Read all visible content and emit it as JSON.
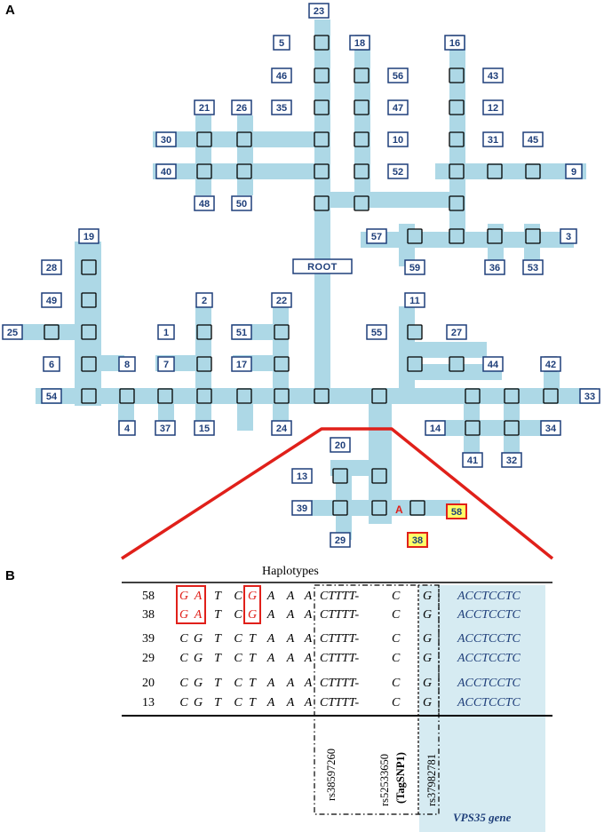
{
  "panel_a_label": "A",
  "panel_b_label": "B",
  "root_label": "ROOT",
  "mutation_label": "A",
  "node_labels": [
    "23",
    "5",
    "18",
    "16",
    "46",
    "56",
    "43",
    "21",
    "26",
    "35",
    "47",
    "12",
    "30",
    "10",
    "31",
    "45",
    "40",
    "52",
    "9",
    "48",
    "50",
    "19",
    "57",
    "3",
    "28",
    "59",
    "36",
    "53",
    "49",
    "2",
    "22",
    "11",
    "25",
    "1",
    "51",
    "55",
    "27",
    "6",
    "8",
    "7",
    "17",
    "44",
    "42",
    "54",
    "33",
    "4",
    "37",
    "15",
    "24",
    "14",
    "34",
    "41",
    "32",
    "20",
    "13",
    "39",
    "58",
    "29",
    "38"
  ],
  "highlighted_nodes": [
    "58",
    "38"
  ],
  "haplotypes_title": "Haplotypes",
  "haplotype_rows": [
    {
      "id": "58",
      "bases": [
        "G",
        "A",
        "T",
        "C",
        "G",
        "A",
        "A",
        "A"
      ],
      "red": [
        0,
        1,
        4
      ],
      "group1": "CTTTT-",
      "group2": "C",
      "group3": "G",
      "gene": "ACCTCCTC"
    },
    {
      "id": "38",
      "bases": [
        "G",
        "A",
        "T",
        "C",
        "G",
        "A",
        "A",
        "A"
      ],
      "red": [
        0,
        1,
        4
      ],
      "group1": "CTTTT-",
      "group2": "C",
      "group3": "G",
      "gene": "ACCTCCTC"
    },
    {
      "id": "39",
      "bases": [
        "C",
        "G",
        "T",
        "C",
        "T",
        "A",
        "A",
        "A"
      ],
      "red": [],
      "group1": "CTTTT-",
      "group2": "C",
      "group3": "G",
      "gene": "ACCTCCTC"
    },
    {
      "id": "29",
      "bases": [
        "C",
        "G",
        "T",
        "C",
        "T",
        "A",
        "A",
        "A"
      ],
      "red": [],
      "group1": "CTTTT-",
      "group2": "C",
      "group3": "G",
      "gene": "ACCTCCTC"
    },
    {
      "id": "20",
      "bases": [
        "C",
        "G",
        "T",
        "C",
        "T",
        "A",
        "A",
        "A"
      ],
      "red": [],
      "group1": "CTTTT-",
      "group2": "C",
      "group3": "G",
      "gene": "ACCTCCTC"
    },
    {
      "id": "13",
      "bases": [
        "C",
        "G",
        "T",
        "C",
        "T",
        "A",
        "A",
        "A"
      ],
      "red": [],
      "group1": "CTTTT-",
      "group2": "C",
      "group3": "G",
      "gene": "ACCTCCTC"
    }
  ],
  "snp_names": {
    "snp1": "rs38597260",
    "snp2": "rs52533650",
    "tag": "(TagSNP1)",
    "snp3": "rs37982781"
  },
  "gene_label": "VPS35 gene",
  "colors": {
    "branch": "#add8e6",
    "label_text": "#1f3f7a",
    "label_border": "#1f3f7a",
    "highlight_fill": "#ffff66",
    "highlight_border": "#e0201a",
    "red": "#e0201a",
    "gene_bg": "#d6ebf2"
  }
}
